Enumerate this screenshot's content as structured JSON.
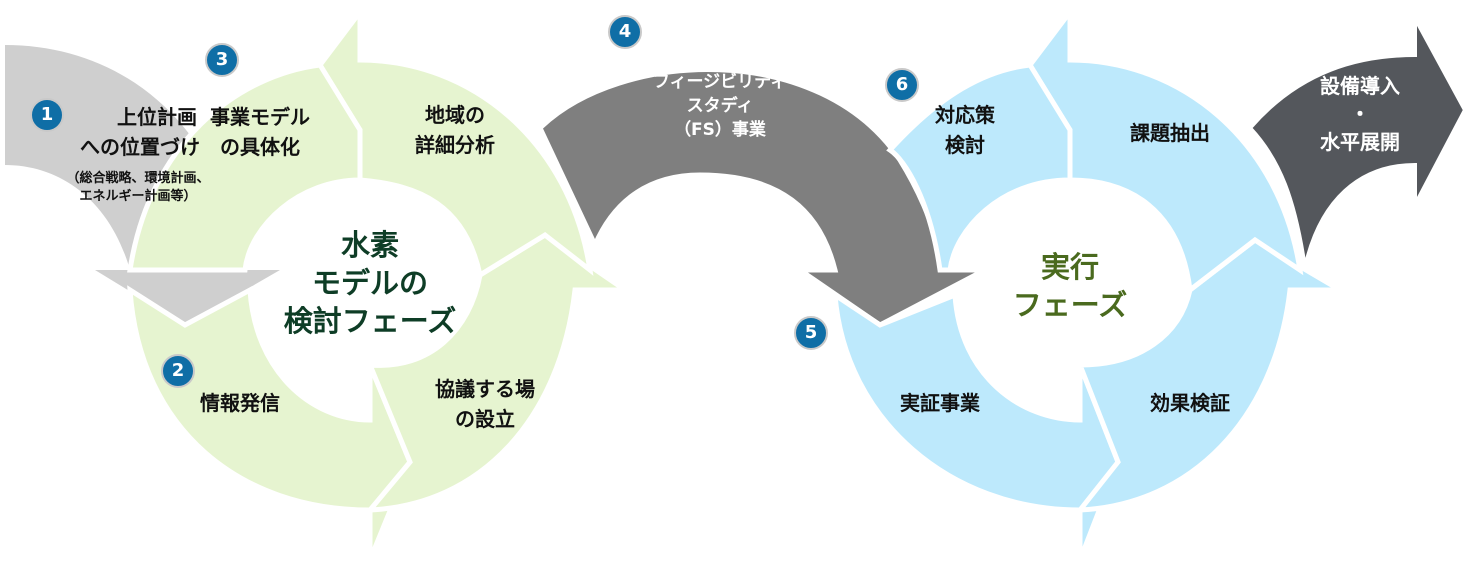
{
  "colors": {
    "gray_light": "#cfcfcf",
    "green_light": "#e6f4d0",
    "gray_mid": "#7f7f7f",
    "blue_light": "#bde9fc",
    "gray_dark": "#54575c",
    "badge_blue": "#0f6ea6",
    "center_green": "#0e3d26",
    "center_olive": "#4a6a1e"
  },
  "phase1": {
    "center": [
      "水素",
      "モデルの",
      "検討フェーズ"
    ],
    "steps": [
      {
        "badge": "1",
        "lines": [
          "上位計画",
          "への位置づけ"
        ],
        "note": [
          "（総合戦略、環境計画、",
          "エネルギー計画等）"
        ]
      },
      {
        "badge": "2",
        "lines": [
          "情報発信"
        ]
      },
      {
        "lines": [
          "協議する場",
          "の設立"
        ]
      },
      {
        "lines": [
          "地域の",
          "詳細分析"
        ]
      },
      {
        "badge": "3",
        "lines": [
          "事業モデル",
          "の具体化"
        ]
      }
    ]
  },
  "bridge": {
    "badge": "4",
    "lines": [
      "フィージビリティ",
      "スタディ",
      "（FS）事業"
    ]
  },
  "phase2": {
    "center": [
      "実行",
      "フェーズ"
    ],
    "steps": [
      {
        "badge": "5",
        "lines": [
          "実証事業"
        ]
      },
      {
        "lines": [
          "効果検証"
        ]
      },
      {
        "lines": [
          "課題抽出"
        ]
      },
      {
        "badge": "6",
        "lines": [
          "対応策",
          "検討"
        ]
      }
    ]
  },
  "final": {
    "lines": [
      "設備導入",
      "・",
      "水平展開"
    ]
  }
}
